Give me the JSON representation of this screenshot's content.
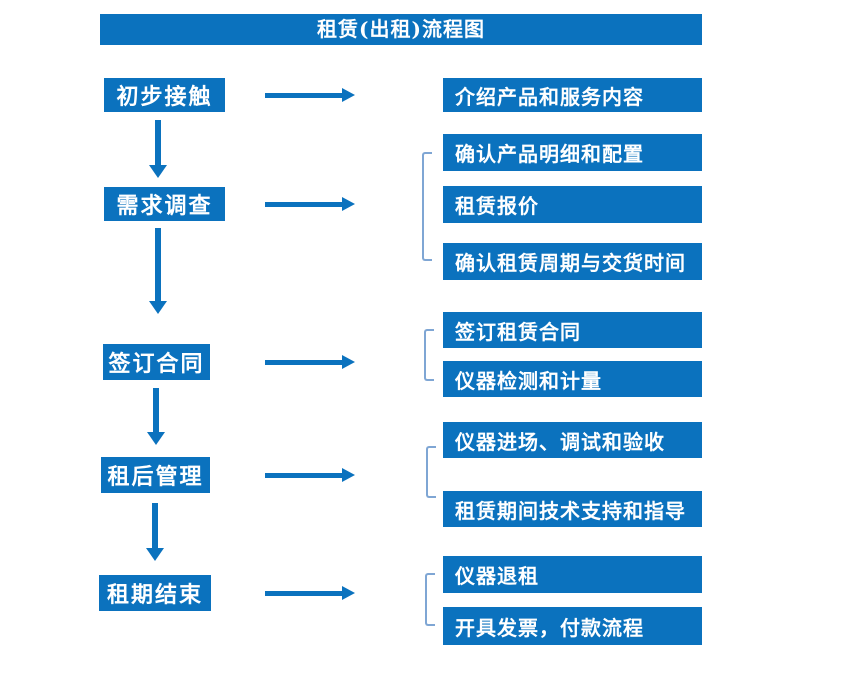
{
  "title": "租赁(出租)流程图",
  "colors": {
    "primary": "#0B72BE",
    "bracket_line": "#7FA6D4",
    "text_on_primary": "#FFFFFF",
    "background": "#FFFFFF"
  },
  "steps": [
    {
      "label": "初步接触",
      "details": [
        "介绍产品和服务内容"
      ]
    },
    {
      "label": "需求调查",
      "details": [
        "确认产品明细和配置",
        "租赁报价",
        "确认租赁周期与交货时间"
      ]
    },
    {
      "label": "签订合同",
      "details": [
        "签订租赁合同",
        "仪器检测和计量"
      ]
    },
    {
      "label": "租后管理",
      "details": [
        "仪器进场、调试和验收",
        "租赁期间技术支持和指导"
      ]
    },
    {
      "label": "租期结束",
      "details": [
        "仪器退租",
        "开具发票，付款流程"
      ]
    }
  ]
}
